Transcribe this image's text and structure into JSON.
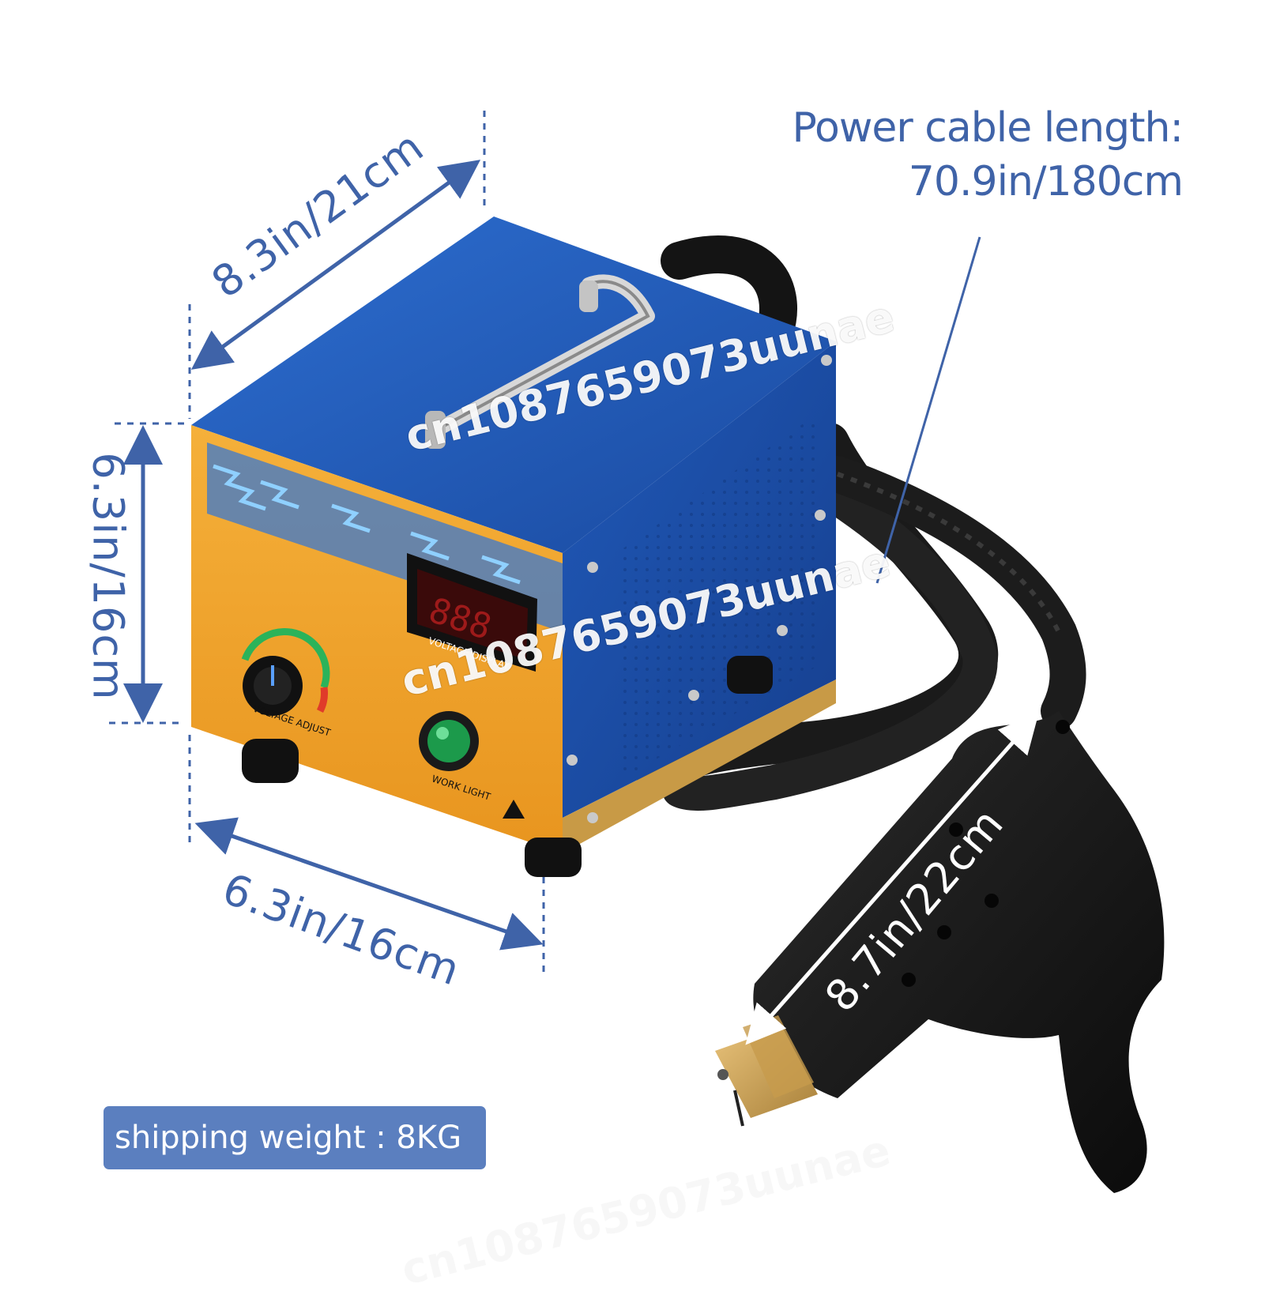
{
  "labels": {
    "top_width": "8.3in/21cm",
    "height": "6.3in/16cm",
    "depth": "6.3in/16cm",
    "gun_length": "8.7in/22cm",
    "cable_title": "Power cable length:",
    "cable_value": "70.9in/180cm",
    "shipping_weight": "shipping weight : 8KG"
  },
  "panel": {
    "knob_label": "VOLTAGE ADJUST",
    "display_label": "VOLTAGE DISPLAY",
    "light_label": "WORK LIGHT"
  },
  "watermark": "cn1087659073uunae",
  "colors": {
    "dimension_blue": "#3f63a8",
    "badge_blue": "#5b7fbf",
    "case_blue": "#1f56b3",
    "panel_orange": "#f3a62e",
    "indicator_green": "#1c9a4b"
  }
}
